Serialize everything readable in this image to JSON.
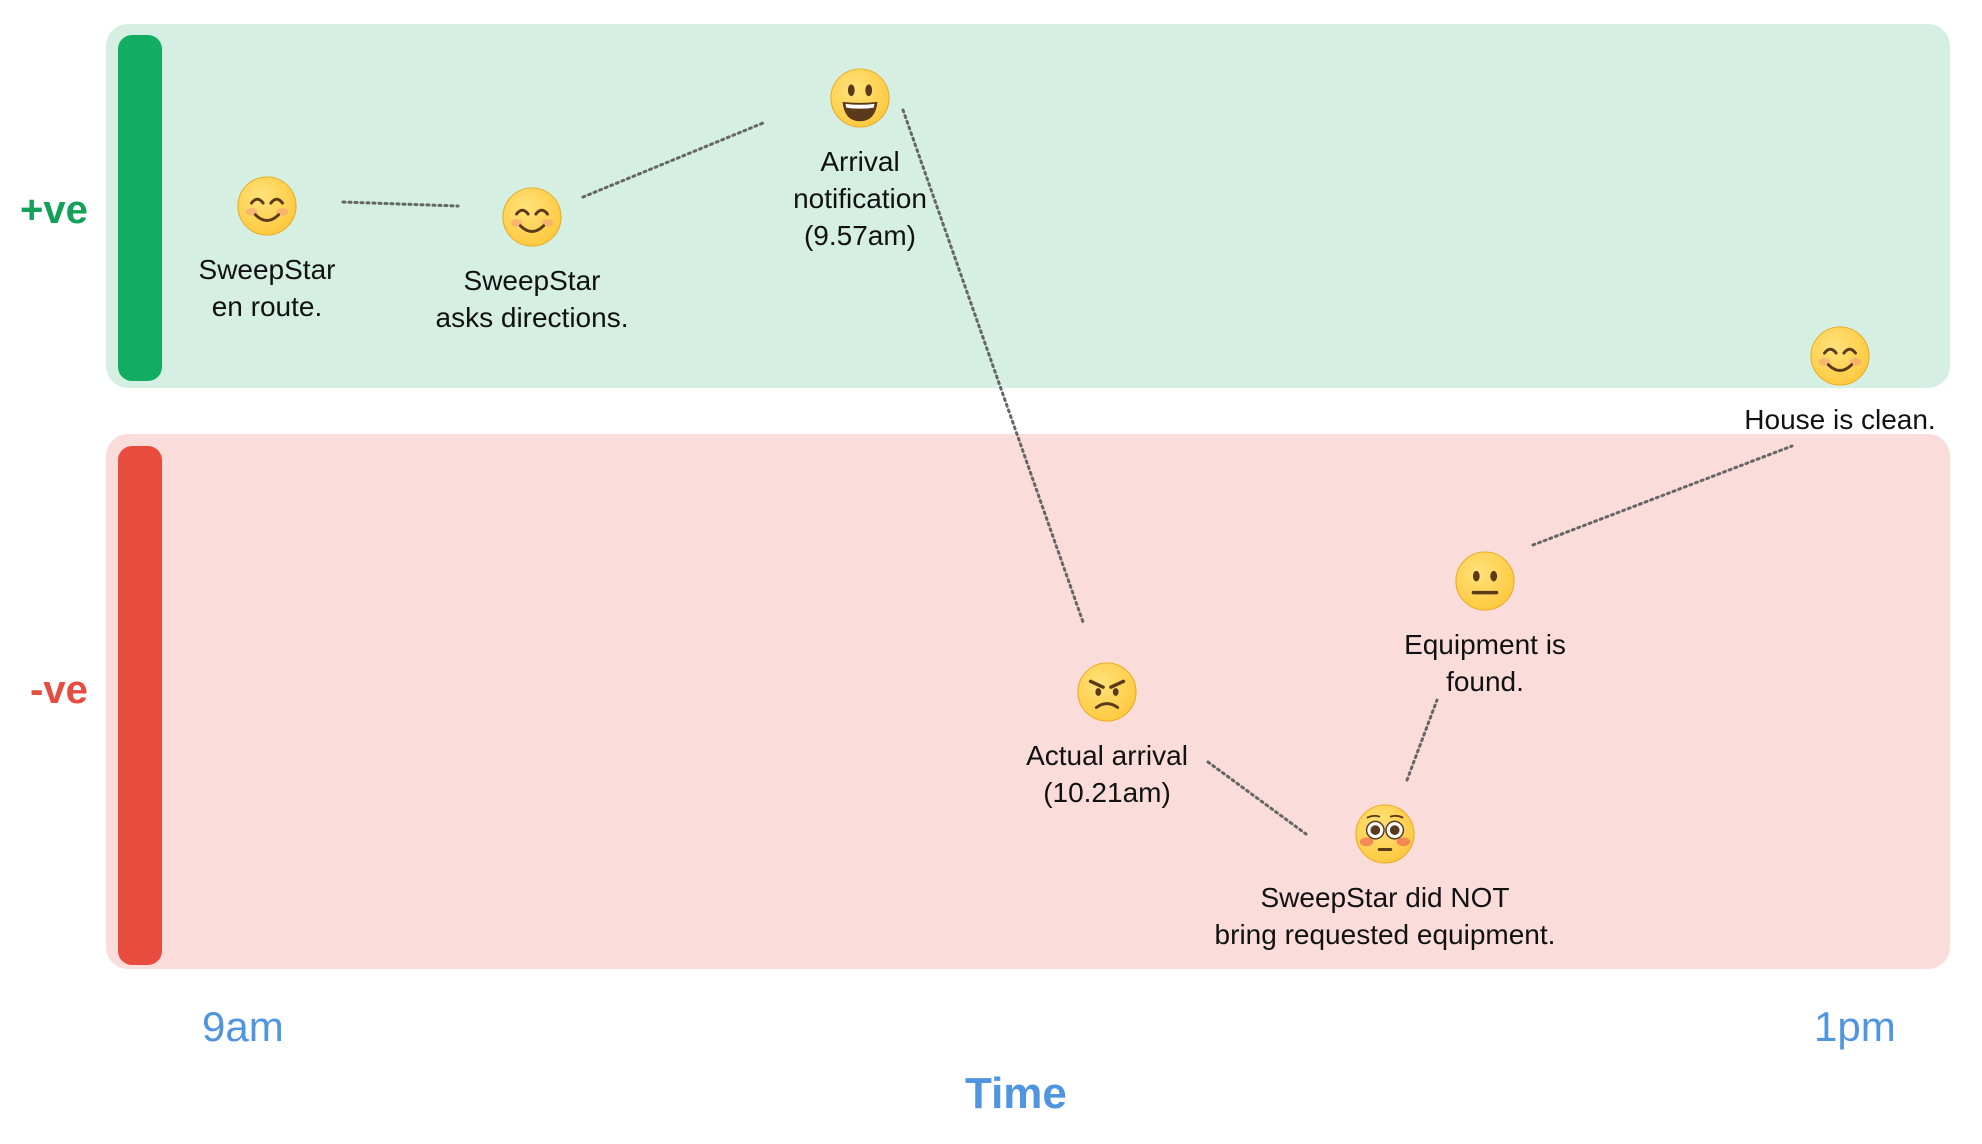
{
  "colors": {
    "positive_band": "#d5efe3",
    "positive_bar": "#12ad62",
    "positive_text": "#15a05a",
    "negative_band": "#fadcdb",
    "negative_bar": "#e84c3f",
    "negative_text": "#e84c3f",
    "time_text": "#4f95e0",
    "connector": "#666666",
    "face_fill": "#ffc83d",
    "face_features": "#5a3a1a",
    "blush": "#f4a07a"
  },
  "axis": {
    "positive_label": "+ve",
    "negative_label": "-ve",
    "time_start": "9am",
    "time_end": "1pm",
    "time_title": "Time"
  },
  "events": [
    {
      "face": "smiling-face-with-smiling-eyes",
      "caption": "SweepStar\nen route."
    },
    {
      "face": "smiling-face-with-smiling-eyes",
      "caption": "SweepStar\nasks directions."
    },
    {
      "face": "grinning-face-with-big-eyes",
      "caption": "Arrival\nnotification\n(9.57am)"
    },
    {
      "face": "angry-face",
      "caption": "Actual arrival\n(10.21am)"
    },
    {
      "face": "flushed-face",
      "caption": "SweepStar did NOT\nbring requested equipment."
    },
    {
      "face": "neutral-face",
      "caption": "Equipment is\nfound."
    },
    {
      "face": "smiling-face-with-smiling-eyes",
      "caption": "House is clean."
    }
  ]
}
